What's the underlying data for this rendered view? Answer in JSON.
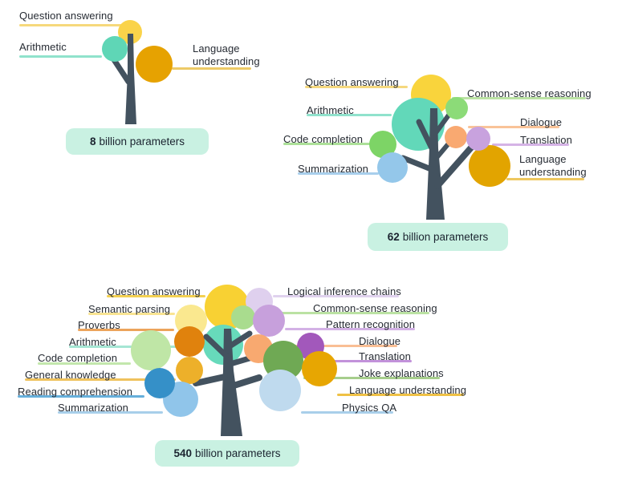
{
  "colors": {
    "background": "#FFFFFF",
    "trunk": "#43525F",
    "badge_bg": "#C9F1E2",
    "badge_text": "#1B2430",
    "label_text": "#262B33"
  },
  "trees": [
    {
      "name": "8 billion parameter tree",
      "badge": {
        "number": "8",
        "unit": "billion parameters"
      },
      "capabilities": [
        {
          "label": "Question answering",
          "bubble_color": "#FAD34A",
          "line_color": "#F6D97C"
        },
        {
          "label": "Arithmetic",
          "bubble_color": "#5FD6B6",
          "line_color": "#90E2CC"
        },
        {
          "label": "Language understanding",
          "bubble_color": "#E6A201",
          "line_color": "#EDCA67"
        }
      ]
    },
    {
      "name": "62 billion parameter tree",
      "badge": {
        "number": "62",
        "unit": "billion parameters"
      },
      "capabilities": [
        {
          "label": "Question answering",
          "bubble_color": "#F9D43C",
          "line_color": "#F5D87E"
        },
        {
          "label": "Arithmetic",
          "bubble_color": "#62D8B9",
          "line_color": "#90E2CC"
        },
        {
          "label": "Code completion",
          "bubble_color": "#7DD466",
          "line_color": "#ACE098"
        },
        {
          "label": "Summarization",
          "bubble_color": "#94C7EA",
          "line_color": "#A8CFEC"
        },
        {
          "label": "Common-sense reasoning",
          "bubble_color": "#8CDB78",
          "line_color": "#BBE3A4"
        },
        {
          "label": "Dialogue",
          "bubble_color": "#F9A971",
          "line_color": "#F9C398"
        },
        {
          "label": "Translation",
          "bubble_color": "#C8A2DE",
          "line_color": "#D5B3E6"
        },
        {
          "label": "Language understanding",
          "bubble_color": "#E2A400",
          "line_color": "#EEC75F"
        }
      ]
    },
    {
      "name": "540 billion parameter tree",
      "badge": {
        "number": "540",
        "unit": "billion parameters"
      },
      "capabilities": [
        {
          "label": "Question answering",
          "bubble_color": "#F8D133",
          "line_color": "#F3D051"
        },
        {
          "label": "Semantic parsing",
          "bubble_color": "#FAE88F",
          "line_color": "#F9E492"
        },
        {
          "label": "Proverbs",
          "bubble_color": "#E0820D",
          "line_color": "#ECA45C"
        },
        {
          "label": "Arithmetic",
          "bubble_color": "#67DABB",
          "line_color": "#A5E6D4"
        },
        {
          "label": "Code completion",
          "bubble_color": "#BFE6A6",
          "line_color": "#C3E7AC"
        },
        {
          "label": "General knowledge",
          "bubble_color": "#EDB02A",
          "line_color": "#EFC25D"
        },
        {
          "label": "Reading comprehension",
          "bubble_color": "#3590C8",
          "line_color": "#66AFDB"
        },
        {
          "label": "Summarization",
          "bubble_color": "#90C5EA",
          "line_color": "#A8CFEA"
        },
        {
          "label": "Logical inference chains",
          "bubble_color": "#DFD0EE",
          "line_color": "#E0D2EE"
        },
        {
          "label": "Common-sense reasoning",
          "bubble_color": "#A9DC8E",
          "line_color": "#BBE2A3"
        },
        {
          "label": "Pattern recognition",
          "bubble_color": "#C7A0DC",
          "line_color": "#D3B1E5"
        },
        {
          "label": "Dialogue",
          "bubble_color": "#F8A970",
          "line_color": "#F9BE94"
        },
        {
          "label": "Translation",
          "bubble_color": "#A258BB",
          "line_color": "#C292DA"
        },
        {
          "label": "Joke explanations",
          "bubble_color": "#6FA954",
          "line_color": "#A6CE8C"
        },
        {
          "label": "Language understanding",
          "bubble_color": "#E7A602",
          "line_color": "#EFC145"
        },
        {
          "label": "Physics QA",
          "bubble_color": "#BFDAEE",
          "line_color": "#A9CFEA"
        }
      ]
    }
  ]
}
